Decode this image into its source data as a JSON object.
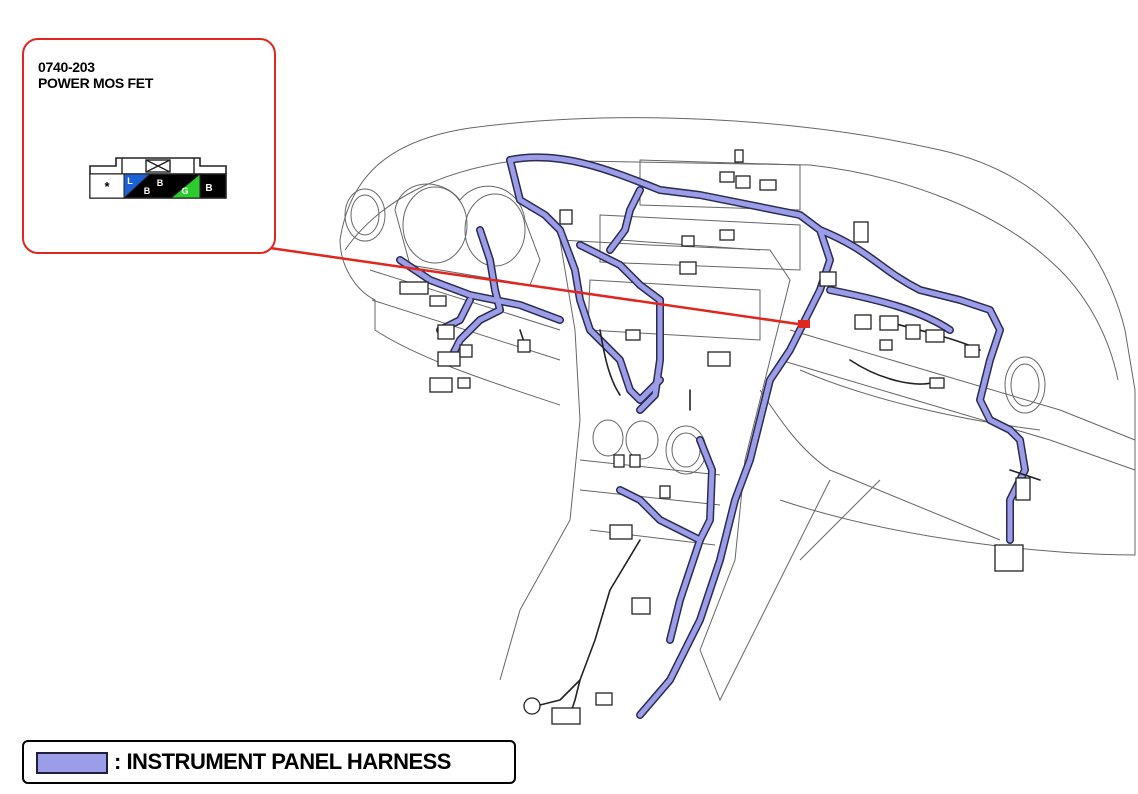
{
  "callout": {
    "part_code": "0740-203",
    "part_name": "POWER MOS FET",
    "border_color": "#e0261f",
    "connector_pins": [
      {
        "label": "*",
        "color": "#ffffff",
        "text_color": "#000000"
      },
      {
        "label": "L",
        "color": "#1c62d6",
        "text_color": "#ffffff"
      },
      {
        "label": "B",
        "color": "#000000",
        "text_color": "#ffffff"
      },
      {
        "label": "B",
        "color": "#000000",
        "text_color": "#ffffff"
      },
      {
        "label": "G",
        "color": "#2ccb2e",
        "text_color": "#ffffff"
      },
      {
        "label": "B",
        "color": "#000000",
        "text_color": "#ffffff"
      }
    ]
  },
  "legend": {
    "label": ": INSTRUMENT PANEL HARNESS",
    "swatch_color": "#9b9de8"
  },
  "colors": {
    "harness": "#9b9de8",
    "harness_outline": "#2b2b50",
    "leader_line": "#e0261f",
    "dashboard_line": "#555555"
  }
}
